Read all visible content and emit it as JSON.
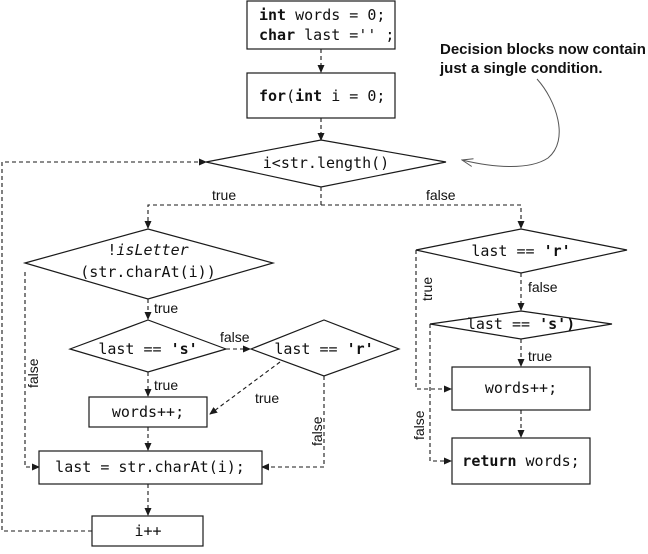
{
  "annotation": {
    "line1": "Decision blocks now contain",
    "line2": "just a single condition."
  },
  "nodes": {
    "init": {
      "kw1": "int",
      "rest1": " words = 0;",
      "kw2": "char",
      "rest2": " last ='' ;"
    },
    "for_init": {
      "kw1": "for",
      "mid": "(",
      "kw2": "int",
      "rest": " i = 0;"
    },
    "loop_cond": {
      "text": "i<str.length()"
    },
    "is_letter": {
      "line1_prefix": "!",
      "line1_italic": "isLetter",
      "line2": "(str.charAt(i))"
    },
    "last_s_left": {
      "text": "last == ",
      "literal": "'s'"
    },
    "last_r_mid": {
      "text": "last == ",
      "literal": "'r'"
    },
    "words_inc_left": {
      "text": "words++;"
    },
    "assign_last": {
      "text": "last = str.charAt(i);"
    },
    "i_inc": {
      "text": "i++"
    },
    "last_r_right": {
      "text": "last == ",
      "literal": "'r'"
    },
    "last_s_right": {
      "text": "last == ",
      "literal": "'s')"
    },
    "words_inc_right": {
      "text": "words++;"
    },
    "return_words": {
      "kw": "return",
      "rest": " words;"
    }
  },
  "edge_labels": {
    "loop_true": "true",
    "loop_false": "false",
    "letter_true": "true",
    "letter_false": "false",
    "s_left_true": "true",
    "s_left_false": "false",
    "r_mid_true": "true",
    "r_mid_false": "false",
    "r_right_true": "true",
    "r_right_false": "false",
    "s_right_true": "true",
    "s_right_false": "false"
  }
}
